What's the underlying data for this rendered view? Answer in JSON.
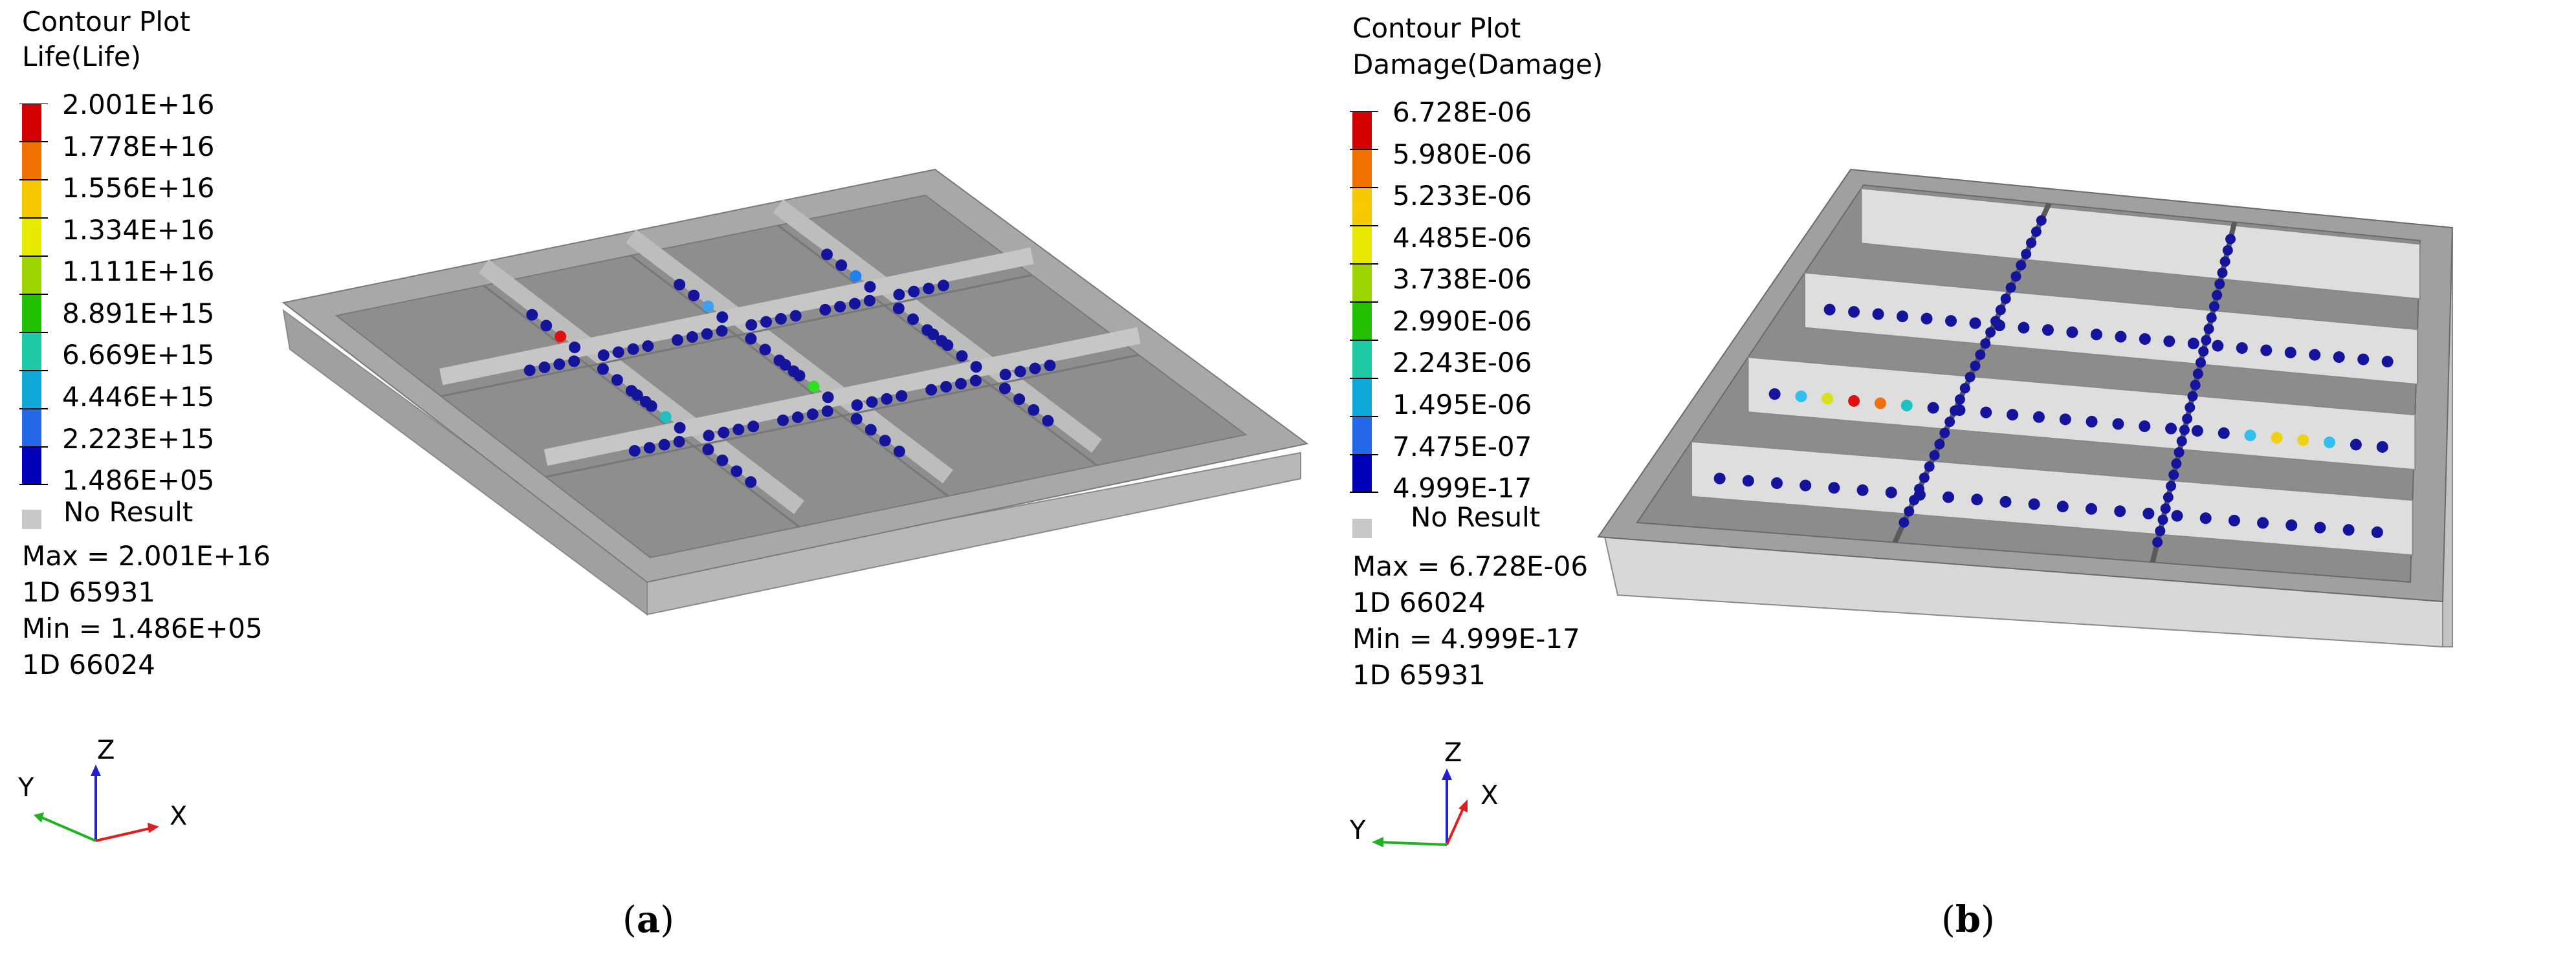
{
  "panels": [
    {
      "id": "a",
      "title_line1": "Contour Plot",
      "title_line2": "Life(Life)",
      "scale_labels": [
        "2.001E+16",
        "1.778E+16",
        "1.556E+16",
        "1.334E+16",
        "1.111E+16",
        "8.891E+15",
        "6.669E+15",
        "4.446E+15",
        "2.223E+15",
        "1.486E+05"
      ],
      "no_result": "No Result",
      "max_line": "Max =  2.001E+16",
      "max_id": "1D 65931",
      "min_line": "Min =  1.486E+05",
      "min_id": "1D 66024",
      "axes": {
        "z": "Z",
        "y": "Y",
        "x": "X"
      },
      "caption_open": "(",
      "caption_letter": "a",
      "caption_close": ")"
    },
    {
      "id": "b",
      "title_line1": "Contour Plot",
      "title_line2": "Damage(Damage)",
      "scale_labels": [
        "6.728E-06",
        "5.980E-06",
        "5.233E-06",
        "4.485E-06",
        "3.738E-06",
        "2.990E-06",
        "2.243E-06",
        "1.495E-06",
        "7.475E-07",
        "4.999E-17"
      ],
      "no_result": "No Result",
      "max_line": "Max =  6.728E-06",
      "max_id": "1D 66024",
      "min_line": "Min =  4.999E-17",
      "min_id": "1D 65931",
      "axes": {
        "z": "Z",
        "y": "Y",
        "x": "X"
      },
      "caption_open": "(",
      "caption_letter": "b",
      "caption_close": ")"
    }
  ],
  "colors": {
    "scale": [
      "#d40000",
      "#f07000",
      "#f7c800",
      "#e8ea00",
      "#9cd400",
      "#22c000",
      "#1ec9a5",
      "#10a8d8",
      "#2468e8",
      "#0000b8"
    ],
    "no_result": "#c8c8c8",
    "plate_top": "#a6a6a6",
    "plate_side": "#b8b8b8",
    "floor": "#8c8c8c",
    "wall_light": "#dcdcdc",
    "node": "#14149c",
    "axis_x": "#e02020",
    "axis_y": "#20b020",
    "axis_z": "#2020d0"
  },
  "hot_nodes": {
    "a": [
      "#e01010",
      "#20c0c0",
      "#40a0f0",
      "#30e020",
      "#2080f0"
    ],
    "b": [
      "#30c0f0",
      "#d8e020",
      "#e01010",
      "#f07010",
      "#20c0c0",
      "#30c0f0",
      "#f0d010",
      "#f0d010",
      "#30c0f0"
    ]
  }
}
